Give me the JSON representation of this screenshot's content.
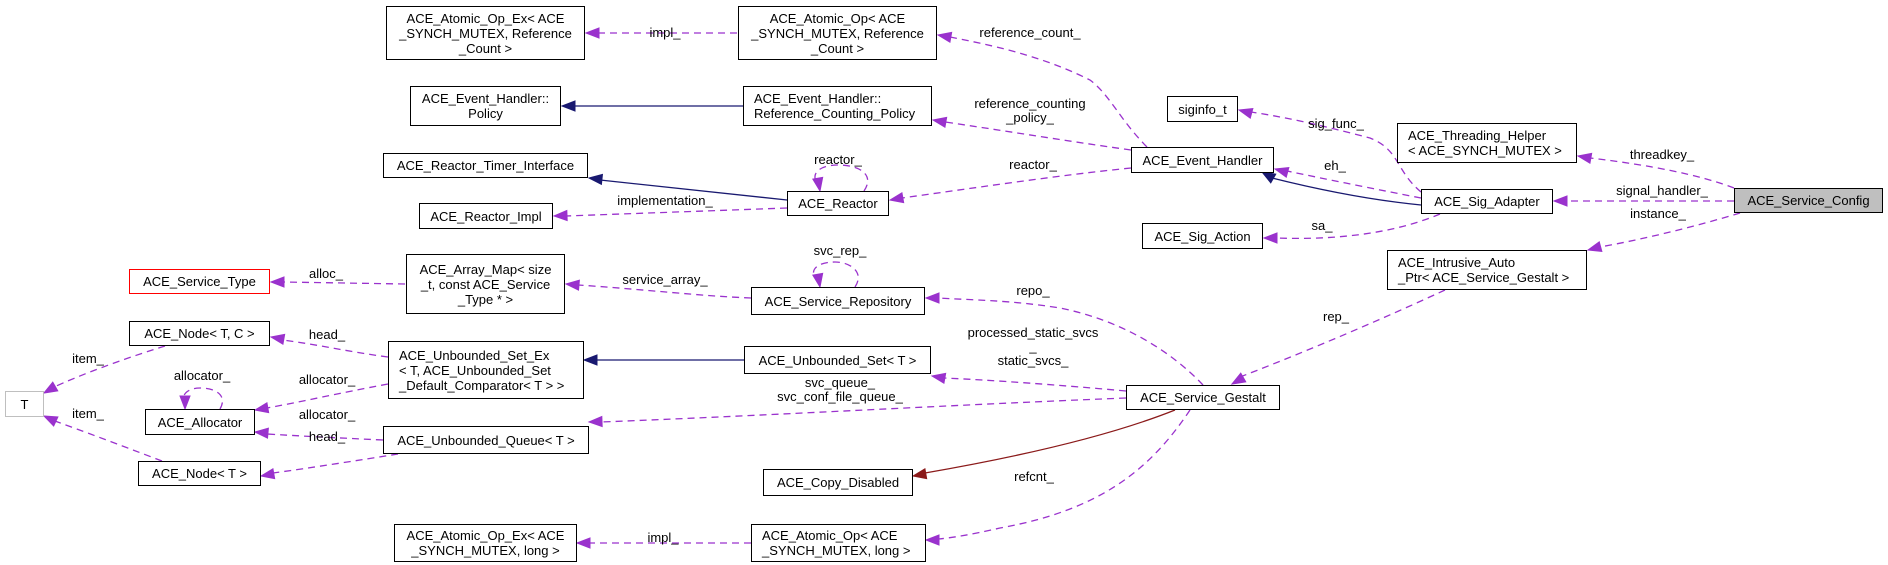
{
  "title": "Collaboration diagram for ACE_Service_Config",
  "colors": {
    "usage": "#9a32cd",
    "inheritance": "#191970",
    "private_inheritance": "#8b1a1a",
    "current_fill": "#bfbfbf",
    "undocumented_border": "#bfbfbf",
    "template_border": "#ff0000"
  },
  "nodes": [
    {
      "id": "atomic_op_ex_ref",
      "label": "ACE_Atomic_Op_Ex< ACE\n_SYNCH_MUTEX, Reference\n_Count >"
    },
    {
      "id": "atomic_op_ref",
      "label": "ACE_Atomic_Op< ACE\n_SYNCH_MUTEX, Reference\n_Count >"
    },
    {
      "id": "eh_policy",
      "label": "ACE_Event_Handler::\nPolicy"
    },
    {
      "id": "eh_ref_policy",
      "label": "ACE_Event_Handler::\nReference_Counting_Policy"
    },
    {
      "id": "reactor_timer_interface",
      "label": "ACE_Reactor_Timer_Interface"
    },
    {
      "id": "reactor",
      "label": "ACE_Reactor"
    },
    {
      "id": "reactor_impl",
      "label": "ACE_Reactor_Impl"
    },
    {
      "id": "event_handler",
      "label": "ACE_Event_Handler"
    },
    {
      "id": "siginfo_t",
      "label": "siginfo_t"
    },
    {
      "id": "threading_helper",
      "label": "ACE_Threading_Helper\n< ACE_SYNCH_MUTEX >"
    },
    {
      "id": "sig_adapter",
      "label": "ACE_Sig_Adapter"
    },
    {
      "id": "service_config",
      "label": "ACE_Service_Config"
    },
    {
      "id": "sig_action",
      "label": "ACE_Sig_Action"
    },
    {
      "id": "intrusive_auto_ptr",
      "label": "ACE_Intrusive_Auto\n_Ptr< ACE_Service_Gestalt >"
    },
    {
      "id": "service_type",
      "label": "ACE_Service_Type"
    },
    {
      "id": "array_map",
      "label": "ACE_Array_Map< size\n_t, const ACE_Service\n_Type * >"
    },
    {
      "id": "service_repository",
      "label": "ACE_Service_Repository"
    },
    {
      "id": "node_tc",
      "label": "ACE_Node< T, C >"
    },
    {
      "id": "unbounded_set_ex",
      "label": "ACE_Unbounded_Set_Ex\n< T, ACE_Unbounded_Set\n_Default_Comparator< T > >"
    },
    {
      "id": "unbounded_set",
      "label": "ACE_Unbounded_Set< T >"
    },
    {
      "id": "t",
      "label": "T"
    },
    {
      "id": "allocator",
      "label": "ACE_Allocator"
    },
    {
      "id": "unbounded_queue",
      "label": "ACE_Unbounded_Queue< T >"
    },
    {
      "id": "service_gestalt",
      "label": "ACE_Service_Gestalt"
    },
    {
      "id": "node_t",
      "label": "ACE_Node< T >"
    },
    {
      "id": "copy_disabled",
      "label": "ACE_Copy_Disabled"
    },
    {
      "id": "atomic_op_ex_long",
      "label": "ACE_Atomic_Op_Ex< ACE\n_SYNCH_MUTEX, long >"
    },
    {
      "id": "atomic_op_long",
      "label": "ACE_Atomic_Op< ACE\n_SYNCH_MUTEX, long >"
    }
  ],
  "edges": [
    {
      "from": "atomic_op_ref",
      "to": "atomic_op_ex_ref",
      "kind": "usage",
      "label": "impl_"
    },
    {
      "from": "event_handler",
      "to": "atomic_op_ref",
      "kind": "usage",
      "label": "reference_count_"
    },
    {
      "from": "eh_ref_policy",
      "to": "eh_policy",
      "kind": "inheritance",
      "label": ""
    },
    {
      "from": "event_handler",
      "to": "eh_ref_policy",
      "kind": "usage",
      "label": "reference_counting\n_policy_"
    },
    {
      "from": "reactor",
      "to": "reactor_timer_interface",
      "kind": "inheritance",
      "label": ""
    },
    {
      "from": "reactor",
      "to": "reactor",
      "kind": "usage",
      "label": "reactor_"
    },
    {
      "from": "event_handler",
      "to": "reactor",
      "kind": "usage",
      "label": "reactor_"
    },
    {
      "from": "reactor",
      "to": "reactor_impl",
      "kind": "usage",
      "label": "implementation_"
    },
    {
      "from": "sig_adapter",
      "to": "siginfo_t",
      "kind": "usage",
      "label": "sig_func_"
    },
    {
      "from": "sig_adapter",
      "to": "event_handler",
      "kind": "usage",
      "label": "eh_"
    },
    {
      "from": "sig_adapter",
      "to": "event_handler",
      "kind": "inheritance",
      "label": ""
    },
    {
      "from": "service_config",
      "to": "threading_helper",
      "kind": "usage",
      "label": "threadkey_"
    },
    {
      "from": "service_config",
      "to": "sig_adapter",
      "kind": "usage",
      "label": "signal_handler_"
    },
    {
      "from": "service_config",
      "to": "intrusive_auto_ptr",
      "kind": "usage",
      "label": "instance_"
    },
    {
      "from": "sig_adapter",
      "to": "sig_action",
      "kind": "usage",
      "label": "sa_"
    },
    {
      "from": "intrusive_auto_ptr",
      "to": "service_gestalt",
      "kind": "usage",
      "label": "rep_"
    },
    {
      "from": "array_map",
      "to": "service_type",
      "kind": "usage",
      "label": "alloc_"
    },
    {
      "from": "service_repository",
      "to": "array_map",
      "kind": "usage",
      "label": "service_array_"
    },
    {
      "from": "service_repository",
      "to": "service_repository",
      "kind": "usage",
      "label": "svc_rep_"
    },
    {
      "from": "service_gestalt",
      "to": "service_repository",
      "kind": "usage",
      "label": "repo_"
    },
    {
      "from": "unbounded_set_ex",
      "to": "node_tc",
      "kind": "usage",
      "label": "head_"
    },
    {
      "from": "unbounded_set",
      "to": "unbounded_set_ex",
      "kind": "inheritance",
      "label": ""
    },
    {
      "from": "service_gestalt",
      "to": "unbounded_set",
      "kind": "usage",
      "label": "processed_static_svcs\n_\nstatic_svcs_"
    },
    {
      "from": "node_tc",
      "to": "t",
      "kind": "usage",
      "label": "item_"
    },
    {
      "from": "allocator",
      "to": "allocator",
      "kind": "usage",
      "label": "allocator_"
    },
    {
      "from": "unbounded_set_ex",
      "to": "allocator",
      "kind": "usage",
      "label": "allocator_"
    },
    {
      "from": "unbounded_queue",
      "to": "allocator",
      "kind": "usage",
      "label": "allocator_"
    },
    {
      "from": "service_gestalt",
      "to": "unbounded_queue",
      "kind": "usage",
      "label": "svc_queue_\nsvc_conf_file_queue_"
    },
    {
      "from": "node_t",
      "to": "t",
      "kind": "usage",
      "label": "item_"
    },
    {
      "from": "unbounded_queue",
      "to": "node_t",
      "kind": "usage",
      "label": "head_"
    },
    {
      "from": "service_gestalt",
      "to": "copy_disabled",
      "kind": "private_inheritance",
      "label": ""
    },
    {
      "from": "service_gestalt",
      "to": "atomic_op_long",
      "kind": "usage",
      "label": "refcnt_"
    },
    {
      "from": "atomic_op_long",
      "to": "atomic_op_ex_long",
      "kind": "usage",
      "label": "impl_"
    }
  ]
}
